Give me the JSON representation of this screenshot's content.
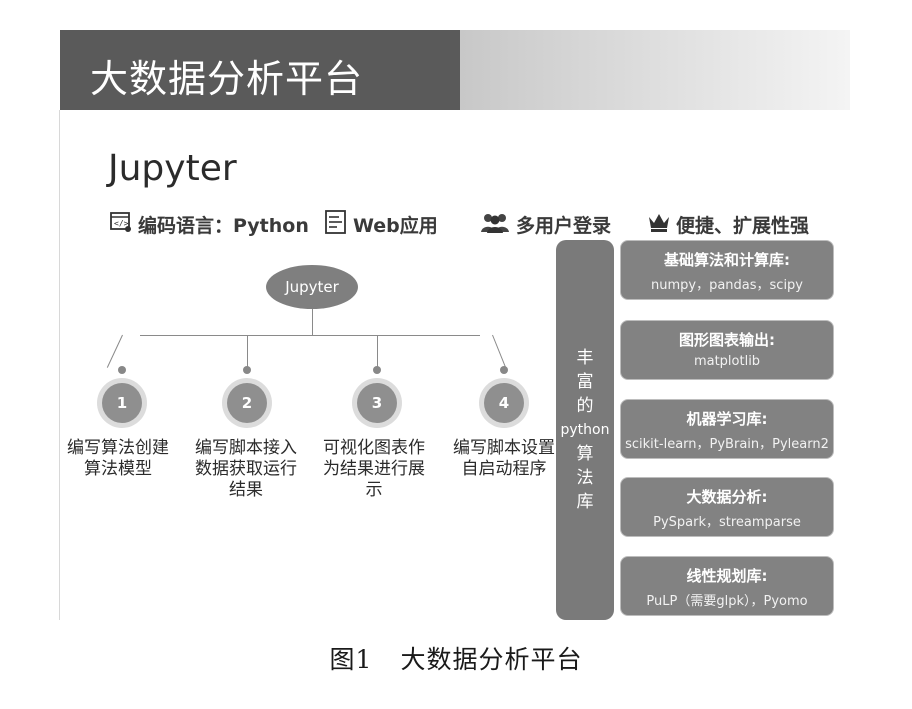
{
  "title": "大数据分析平台",
  "subtitle": "Jupyter",
  "features": [
    {
      "icon": "code-window-icon",
      "label": "编码语言：Python"
    },
    {
      "icon": "web-page-icon",
      "label": "Web应用"
    },
    {
      "icon": "users-icon",
      "label": "多用户登录"
    },
    {
      "icon": "crown-icon",
      "label": "便捷、扩展性强"
    }
  ],
  "center_node": "Jupyter",
  "steps": [
    {
      "num": "1",
      "label_lines": [
        "编写算法创建",
        "算法模型"
      ]
    },
    {
      "num": "2",
      "label_lines": [
        "编写脚本接入",
        "数据获取运行",
        "结果"
      ]
    },
    {
      "num": "3",
      "label_lines": [
        "可视化图表作",
        "为结果进行展",
        "示"
      ]
    },
    {
      "num": "4",
      "label_lines": [
        "编写脚本设置",
        "自启动程序"
      ]
    }
  ],
  "library_column": [
    "丰",
    "富",
    "的",
    "python",
    "算",
    "法",
    "库"
  ],
  "libraries": [
    {
      "heading": "基础算法和计算库:",
      "body": "numpy，pandas，scipy"
    },
    {
      "heading": "图形图表输出:",
      "body": "matplotlib"
    },
    {
      "heading": "机器学习库:",
      "body": "scikit-learn，PyBrain，Pylearn2"
    },
    {
      "heading": "大数据分析:",
      "body": "PySpark，streamparse"
    },
    {
      "heading": "线性规划库:",
      "body": "PuLP（需要glpk），Pyomo"
    }
  ],
  "caption": {
    "figure": "图1",
    "text": "大数据分析平台"
  },
  "colors": {
    "title_bar": "#5a5a5a",
    "node_fill": "#7f7f7f",
    "box_fill": "#828282",
    "column_fill": "#7a7a7a"
  }
}
